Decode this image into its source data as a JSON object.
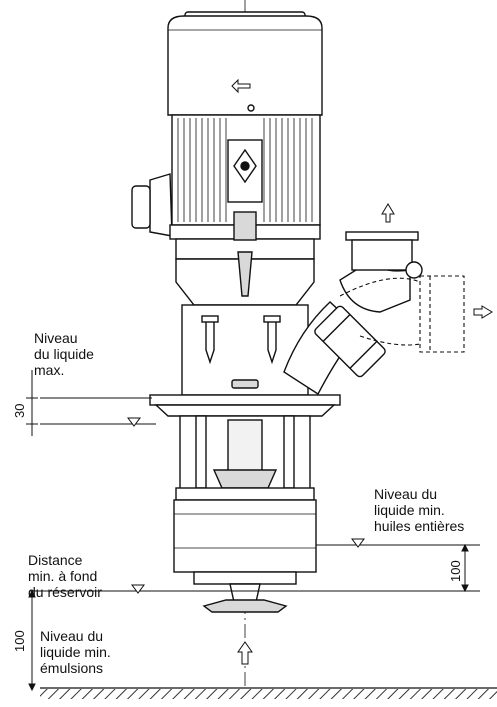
{
  "labels": {
    "max_level": [
      "Niveau",
      "du liquide",
      "max."
    ],
    "min_whole_oils": [
      "Niveau du",
      "liquide min.",
      "huiles entières"
    ],
    "min_bottom_distance": [
      "Distance",
      "min. à fond",
      "du réservoir"
    ],
    "min_emulsions": [
      "Niveau du",
      "liquide min.",
      "émulsions"
    ]
  },
  "dimensions": {
    "max_level_offset": "30",
    "whole_oils_to_bottom": "100",
    "emulsions_to_bottom": "100"
  },
  "colors": {
    "line": "#111111",
    "fill_light": "#f2f2f2",
    "fill_mid": "#d9d9d9",
    "hatch": "#333333"
  },
  "icons": [
    "arrow-up-icon",
    "arrow-left-icon",
    "arrow-right-icon",
    "level-triangle-icon"
  ]
}
